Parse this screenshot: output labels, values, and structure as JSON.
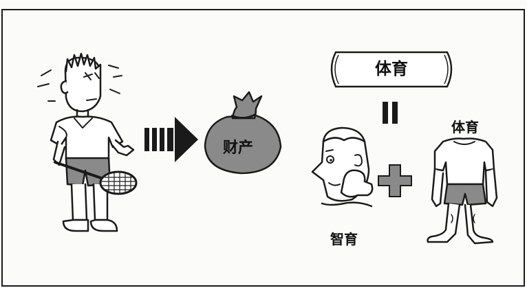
{
  "labels": {
    "wealth": "财产",
    "sports_banner": "体育",
    "sports_body": "体育",
    "intellect": "智育"
  },
  "colors": {
    "ink": "#1a1a1a",
    "gray_fill": "#8a8a8a",
    "light_gray": "#bdbdbd",
    "paper": "#fbfbf9"
  },
  "symbols": {
    "equals_sign": "equals",
    "plus_sign": "plus",
    "arrow": "dashed-right-arrow"
  }
}
